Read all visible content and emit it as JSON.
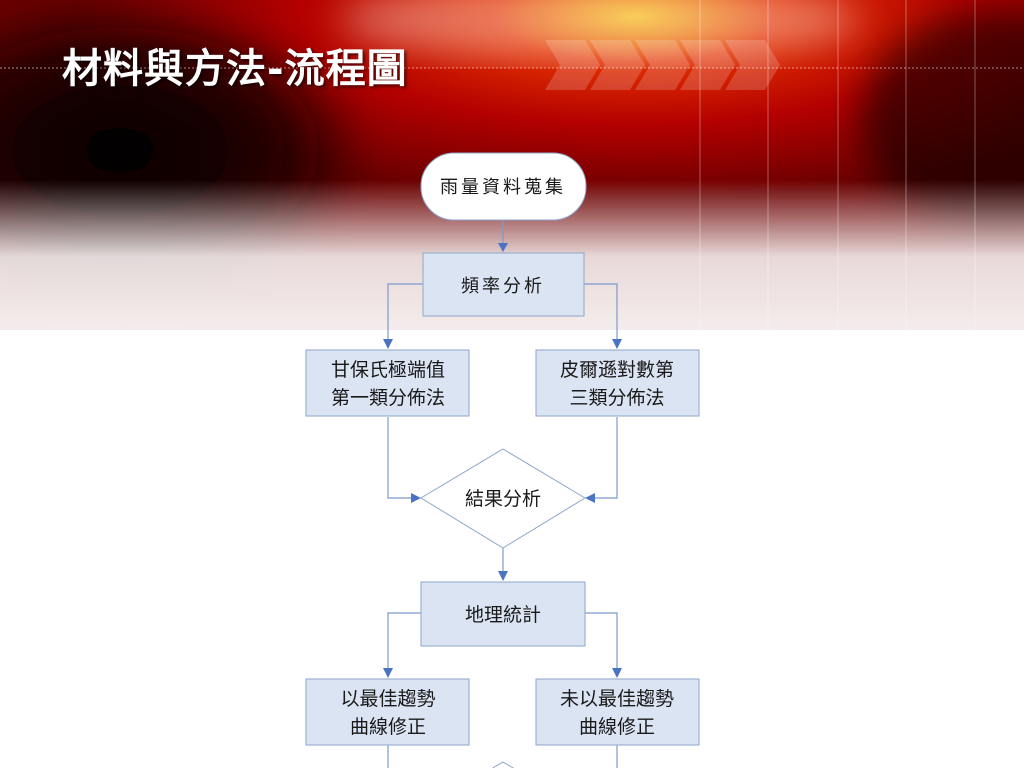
{
  "slide": {
    "title": "材料與方法-流程圖"
  },
  "flowchart": {
    "start": "雨量資料蒐集",
    "frequency": "頻率分析",
    "method_left": [
      "甘保氏極端值",
      "第一類分佈法"
    ],
    "method_right": [
      "皮爾遜對數第",
      "三類分佈法"
    ],
    "result": "結果分析",
    "geo": "地理統計",
    "fit_left": [
      "以最佳趨勢",
      "曲線修正"
    ],
    "fit_right": [
      "未以最佳趨勢",
      "曲線修正"
    ]
  },
  "colors": {
    "title": "#ffffff",
    "box_fill": "#dbe4f3",
    "box_stroke": "#8ea6c9",
    "connector": "#7d9bcc",
    "arrow": "#4a74c2",
    "bg_red": "#c40000",
    "bg_black": "#000000"
  }
}
